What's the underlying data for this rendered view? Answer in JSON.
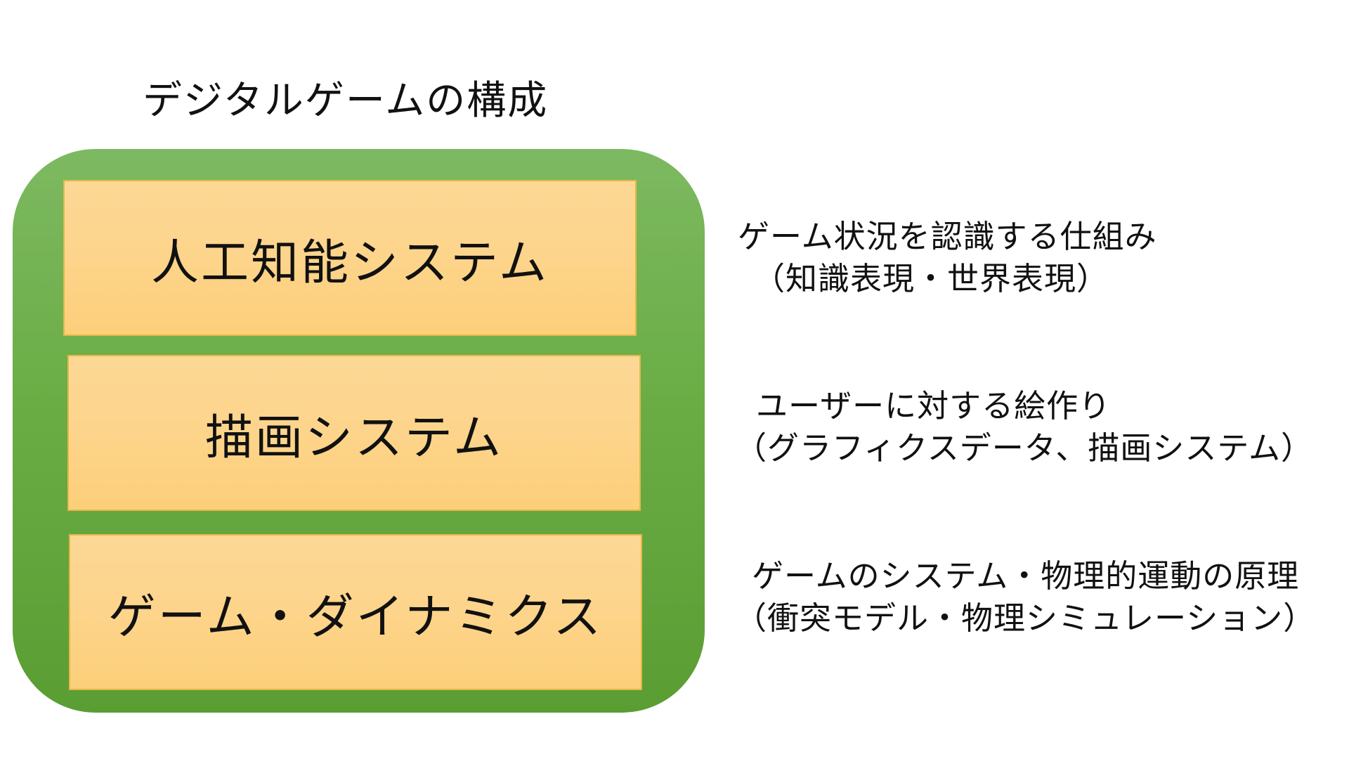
{
  "title": "デジタルゲームの構成",
  "layers": [
    {
      "label": "人工知能システム",
      "description_line1": "ゲーム状況を認識する仕組み",
      "description_line2": "（知識表現・世界表現）"
    },
    {
      "label": "描画システム",
      "description_line1": "ユーザーに対する絵作り",
      "description_line2": "（グラフィクスデータ、描画システム）"
    },
    {
      "label": "ゲーム・ダイナミクス",
      "description_line1": "ゲームのシステム・物理的運動の原理",
      "description_line2": "（衝突モデル・物理シミュレーション）"
    }
  ],
  "colors": {
    "container_green": "#6aad45",
    "layer_fill": "#fdd48b",
    "layer_border": "#e8b64a"
  }
}
